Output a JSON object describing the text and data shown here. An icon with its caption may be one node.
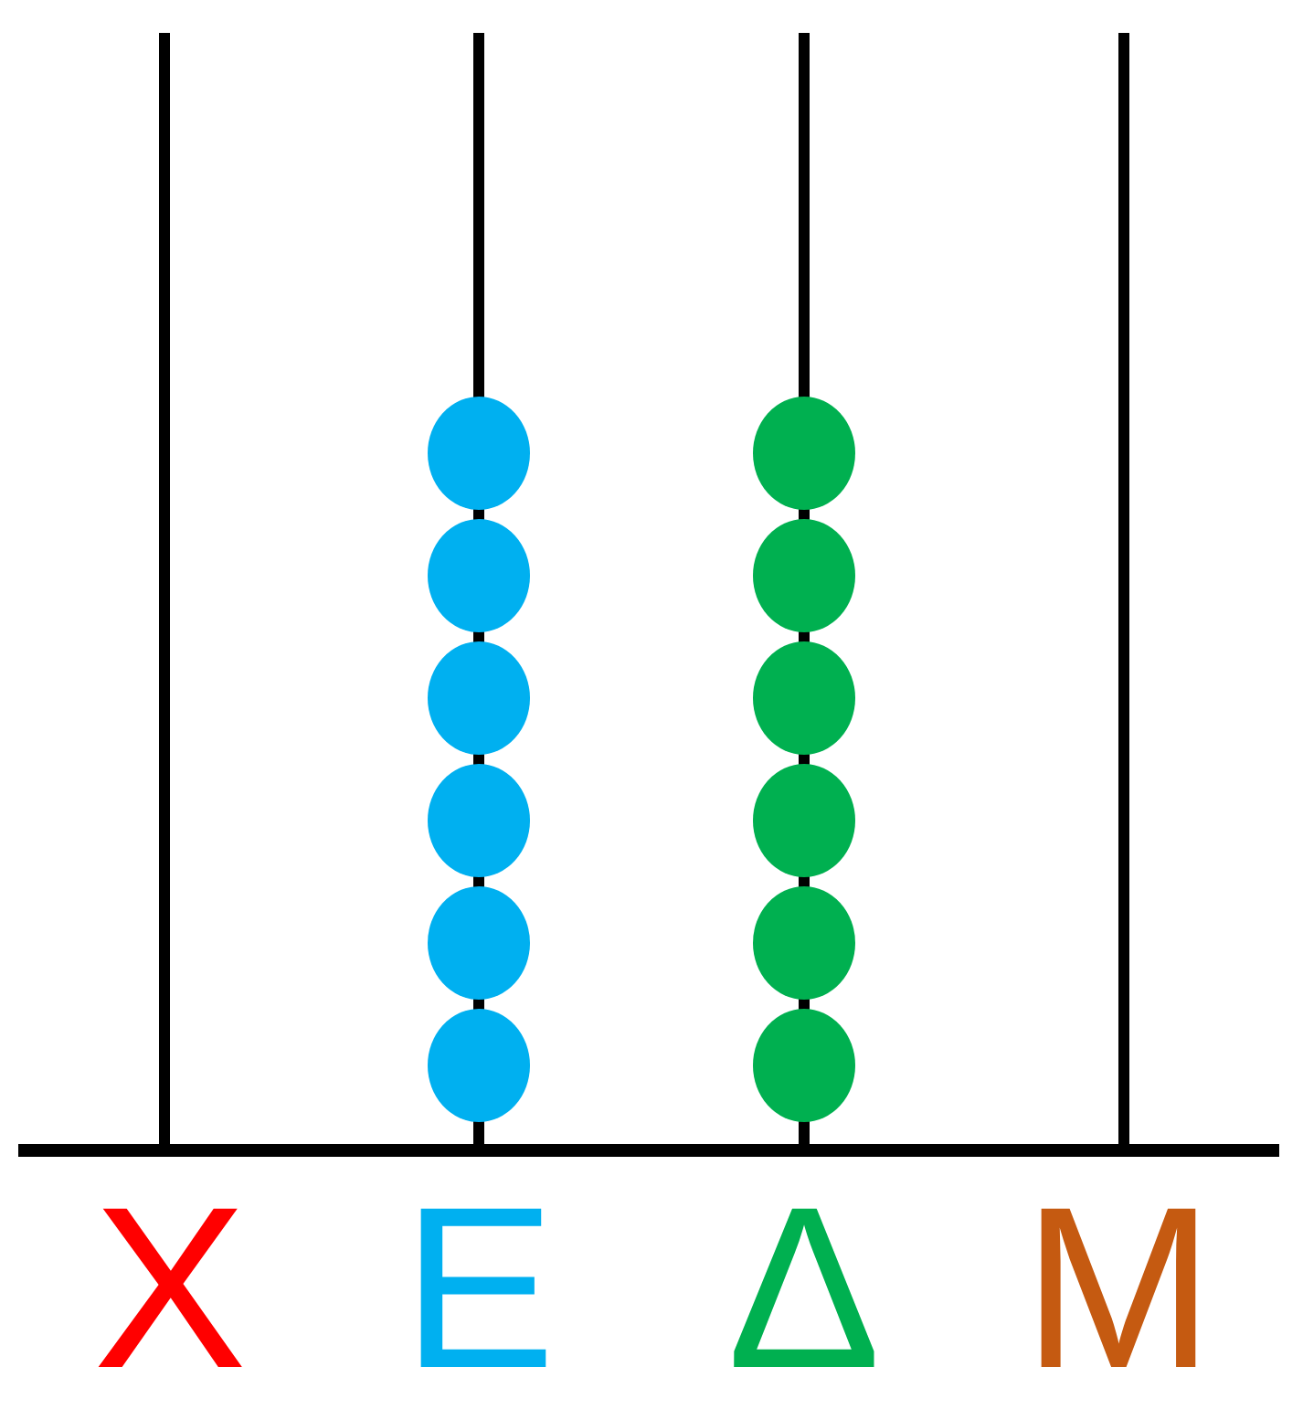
{
  "diagram": {
    "labels": [
      "Χ",
      "Ε",
      "Δ",
      "Μ"
    ]
  }
}
